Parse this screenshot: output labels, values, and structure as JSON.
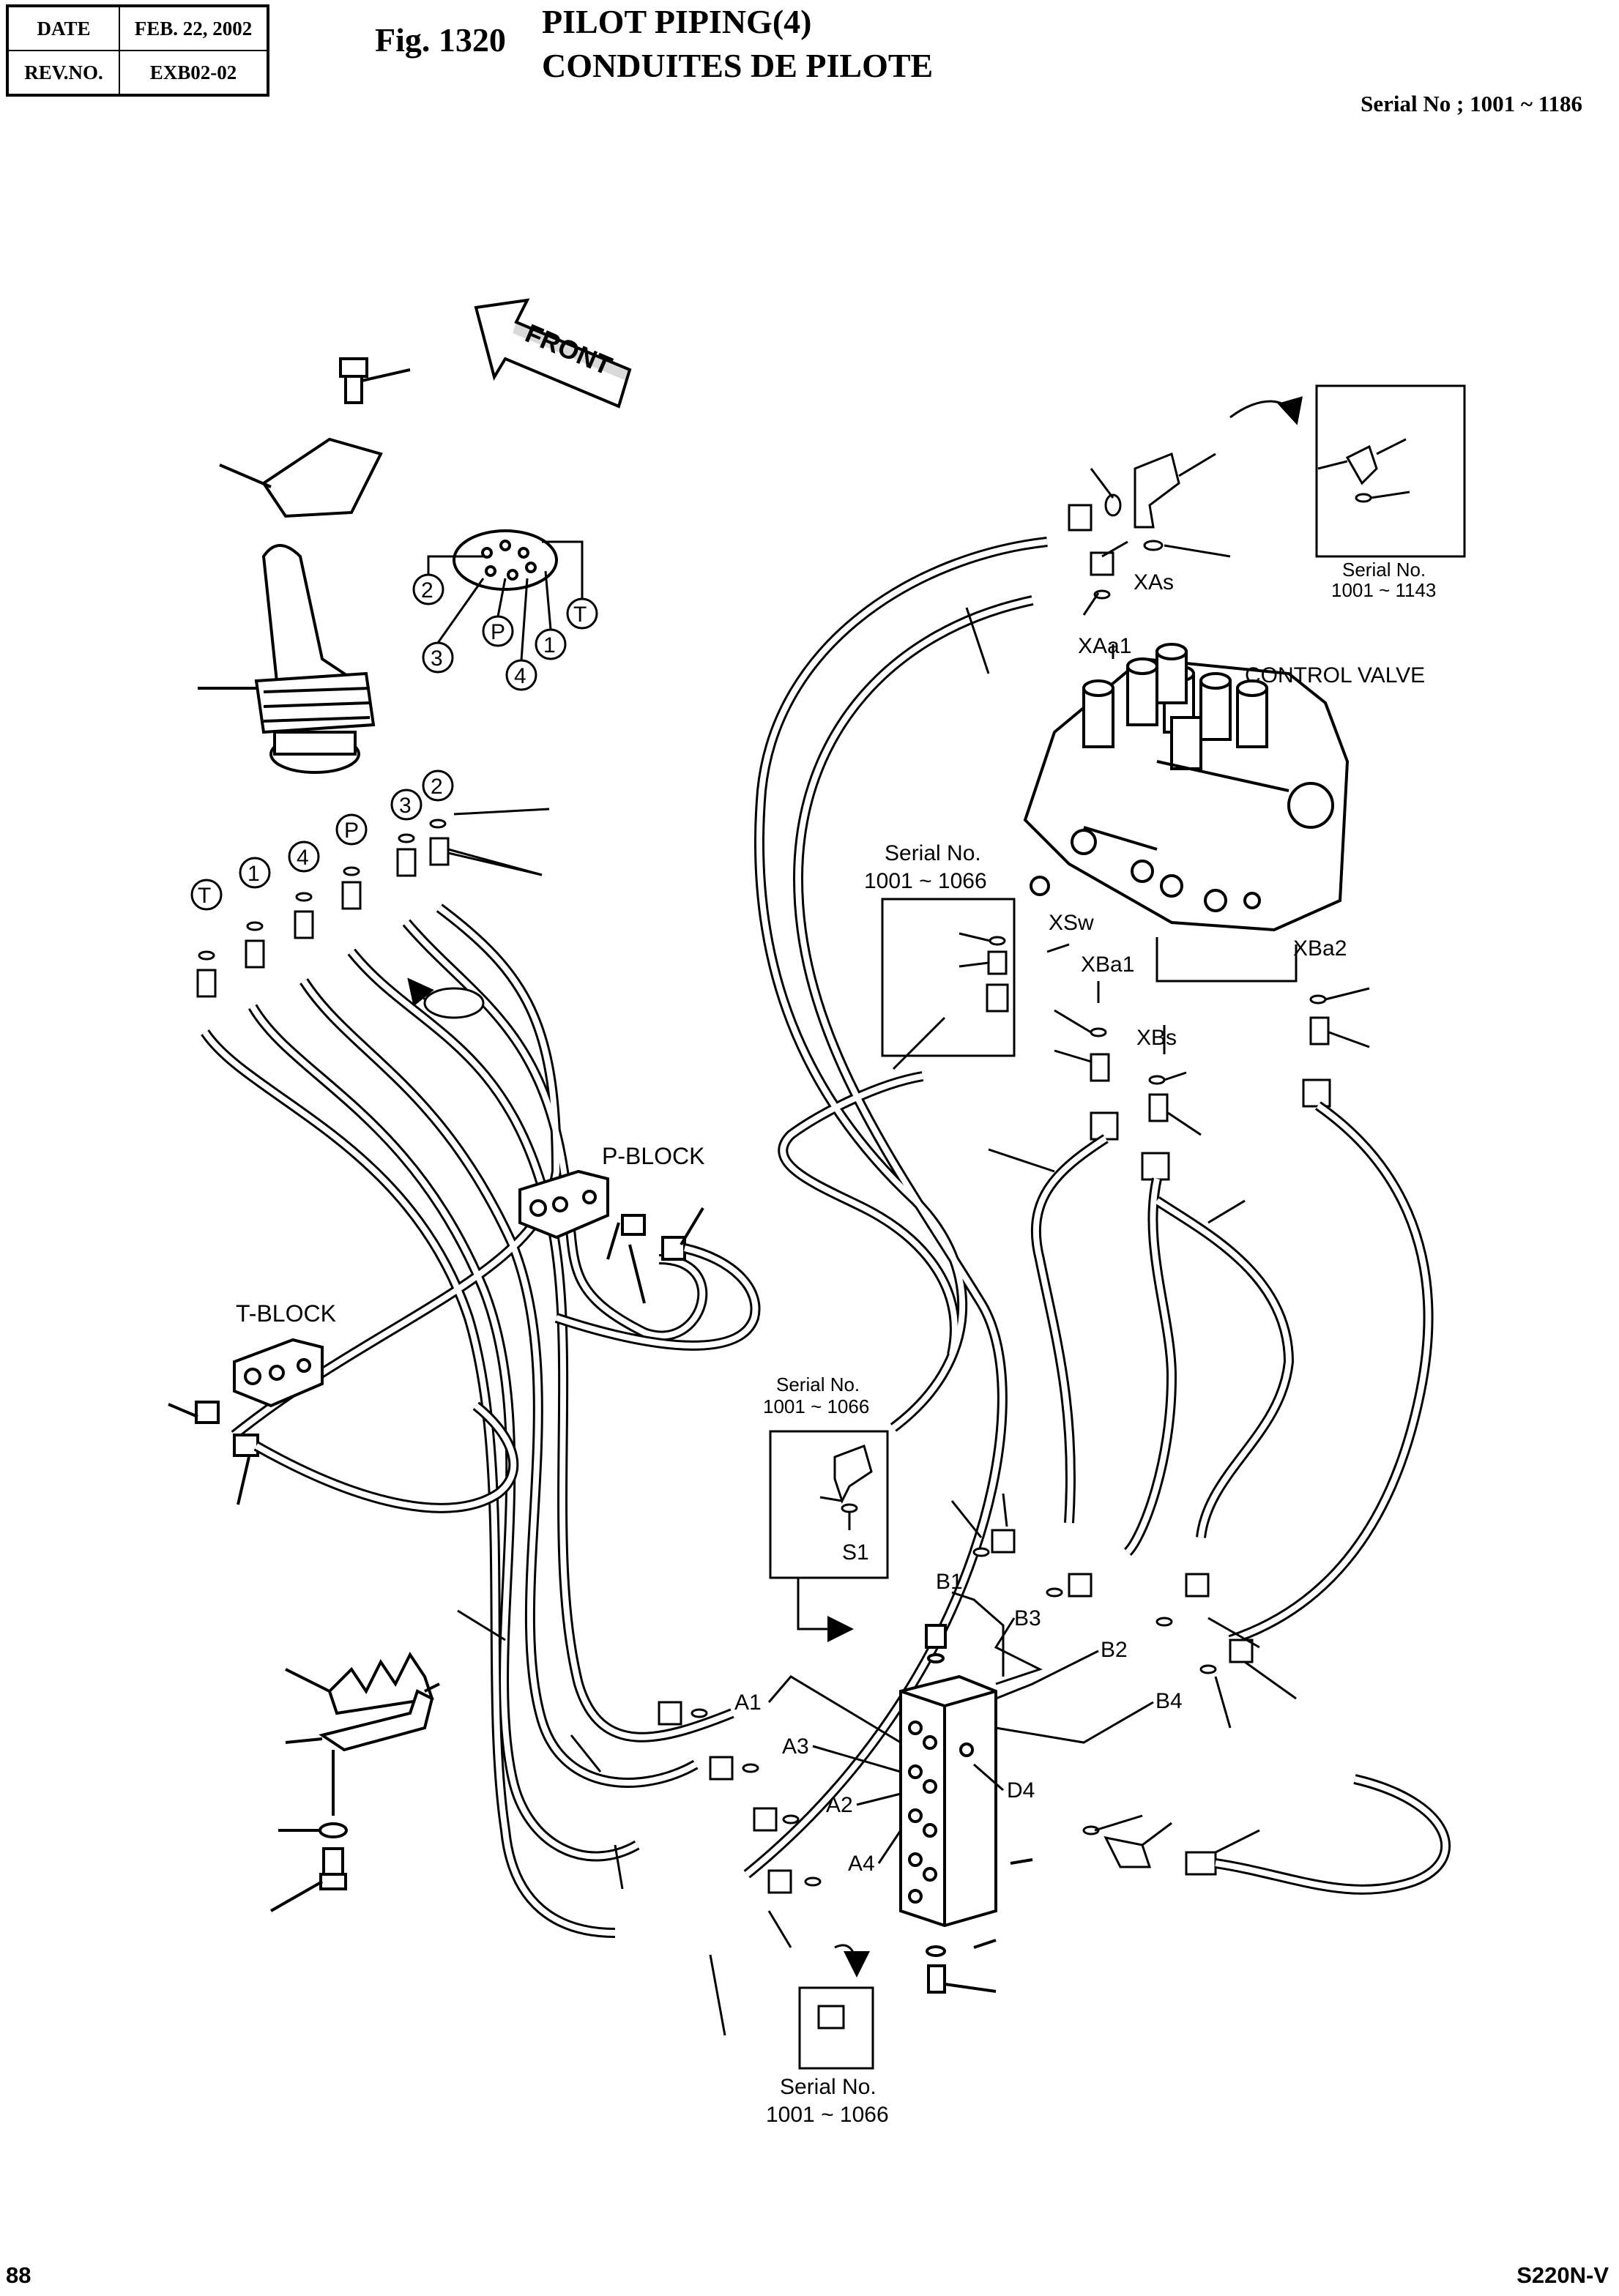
{
  "header": {
    "date_label": "DATE",
    "date_value": "FEB. 22, 2002",
    "rev_label": "REV.NO.",
    "rev_value": "EXB02-02",
    "figure_no": "Fig. 1320",
    "title_en": "PILOT PIPING(4)",
    "title_fr": "CONDUITES DE PILOTE",
    "serial_range": "Serial No ; 1001 ~ 1186"
  },
  "footer": {
    "page_number": "88",
    "model": "S220N-V"
  },
  "diagram": {
    "front_arrow": "FRONT",
    "control_valve": "CONTROL VALVE",
    "p_block": "P-BLOCK",
    "t_block": "T-BLOCK",
    "circled_port_labels": [
      "2",
      "3",
      "P",
      "4",
      "1",
      "T"
    ],
    "control_valve_ports": [
      "XAs",
      "XAa1",
      "XSw",
      "XBa1",
      "XBs",
      "XBa2"
    ],
    "manifold_ports": [
      "A1",
      "A3",
      "A2",
      "A4",
      "B1",
      "B3",
      "B2",
      "B4",
      "D4",
      "S1"
    ],
    "serial_boxes": [
      {
        "title": "Serial No.",
        "range": "1001 ~ 1143"
      },
      {
        "title": "Serial No.",
        "range": "1001 ~ 1066"
      },
      {
        "title": "Serial No.",
        "range": "1001 ~ 1066"
      },
      {
        "title": "Serial No.",
        "range": "1001 ~ 1066"
      }
    ]
  }
}
